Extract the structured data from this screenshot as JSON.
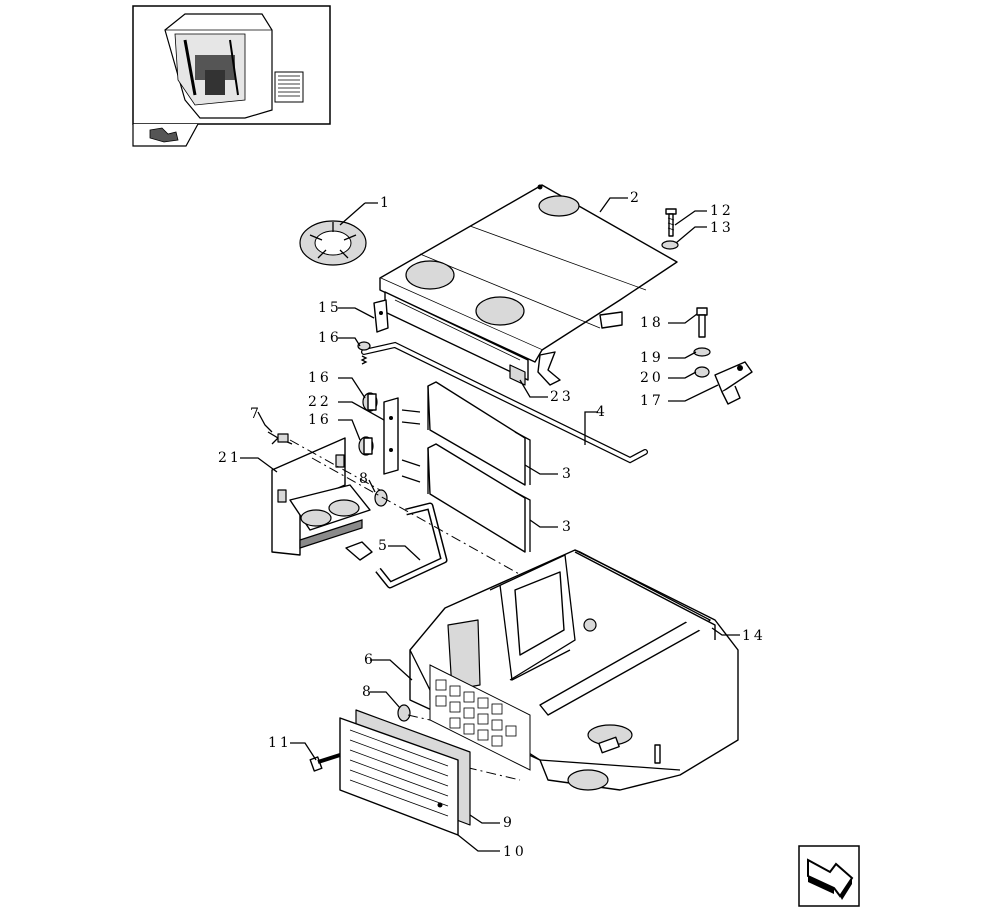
{
  "callouts": {
    "c1": "1",
    "c2": "2",
    "c3a": "3",
    "c3b": "3",
    "c4": "4",
    "c5": "5",
    "c6": "6",
    "c7": "7",
    "c8a": "8",
    "c8b": "8",
    "c9": "9",
    "c10": "10",
    "c11": "11",
    "c12": "12",
    "c13": "13",
    "c14": "14",
    "c15": "15",
    "c16a": "16",
    "c16b": "16",
    "c16c": "16",
    "c17": "17",
    "c18": "18",
    "c19": "19",
    "c20": "20",
    "c21": "21",
    "c22": "22",
    "c23": "23"
  },
  "icons": {
    "thumbnail": "cab-thumbnail-icon",
    "group": "assembly-group-icon",
    "next": "next-page-arrow-icon"
  }
}
